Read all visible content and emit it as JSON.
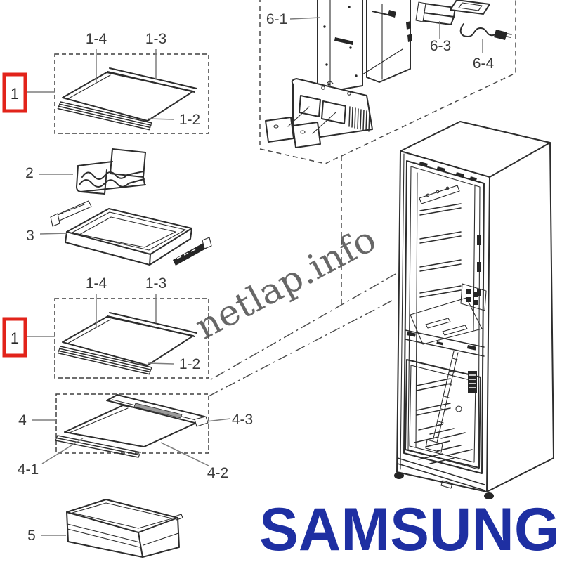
{
  "colors": {
    "callout_red": "#e2231a",
    "samsung_blue": "#1e2fa2",
    "watermark_gray": "#4d4d4d"
  },
  "watermark": {
    "text": "netlap.info"
  },
  "brand": {
    "logo": "SAMSUNG"
  },
  "parts": {
    "shelf_top": {
      "badge": "1",
      "label_1_2": "1-2",
      "label_1_3": "1-3",
      "label_1_4": "1-4"
    },
    "wine_rack": {
      "label": "2"
    },
    "slide_tray": {
      "label": "3"
    },
    "shelf_middle": {
      "badge": "1",
      "label_1_2": "1-2",
      "label_1_3": "1-3",
      "label_1_4": "1-4"
    },
    "foldable_shelf": {
      "label": "4",
      "label_4_1": "4-1",
      "label_4_2": "4-2",
      "label_4_3": "4-3"
    },
    "freezer_bin": {
      "label": "5"
    },
    "evap_assembly": {
      "label_6_1": "6-1",
      "label_6_3": "6-3",
      "label_6_4": "6-4"
    }
  }
}
